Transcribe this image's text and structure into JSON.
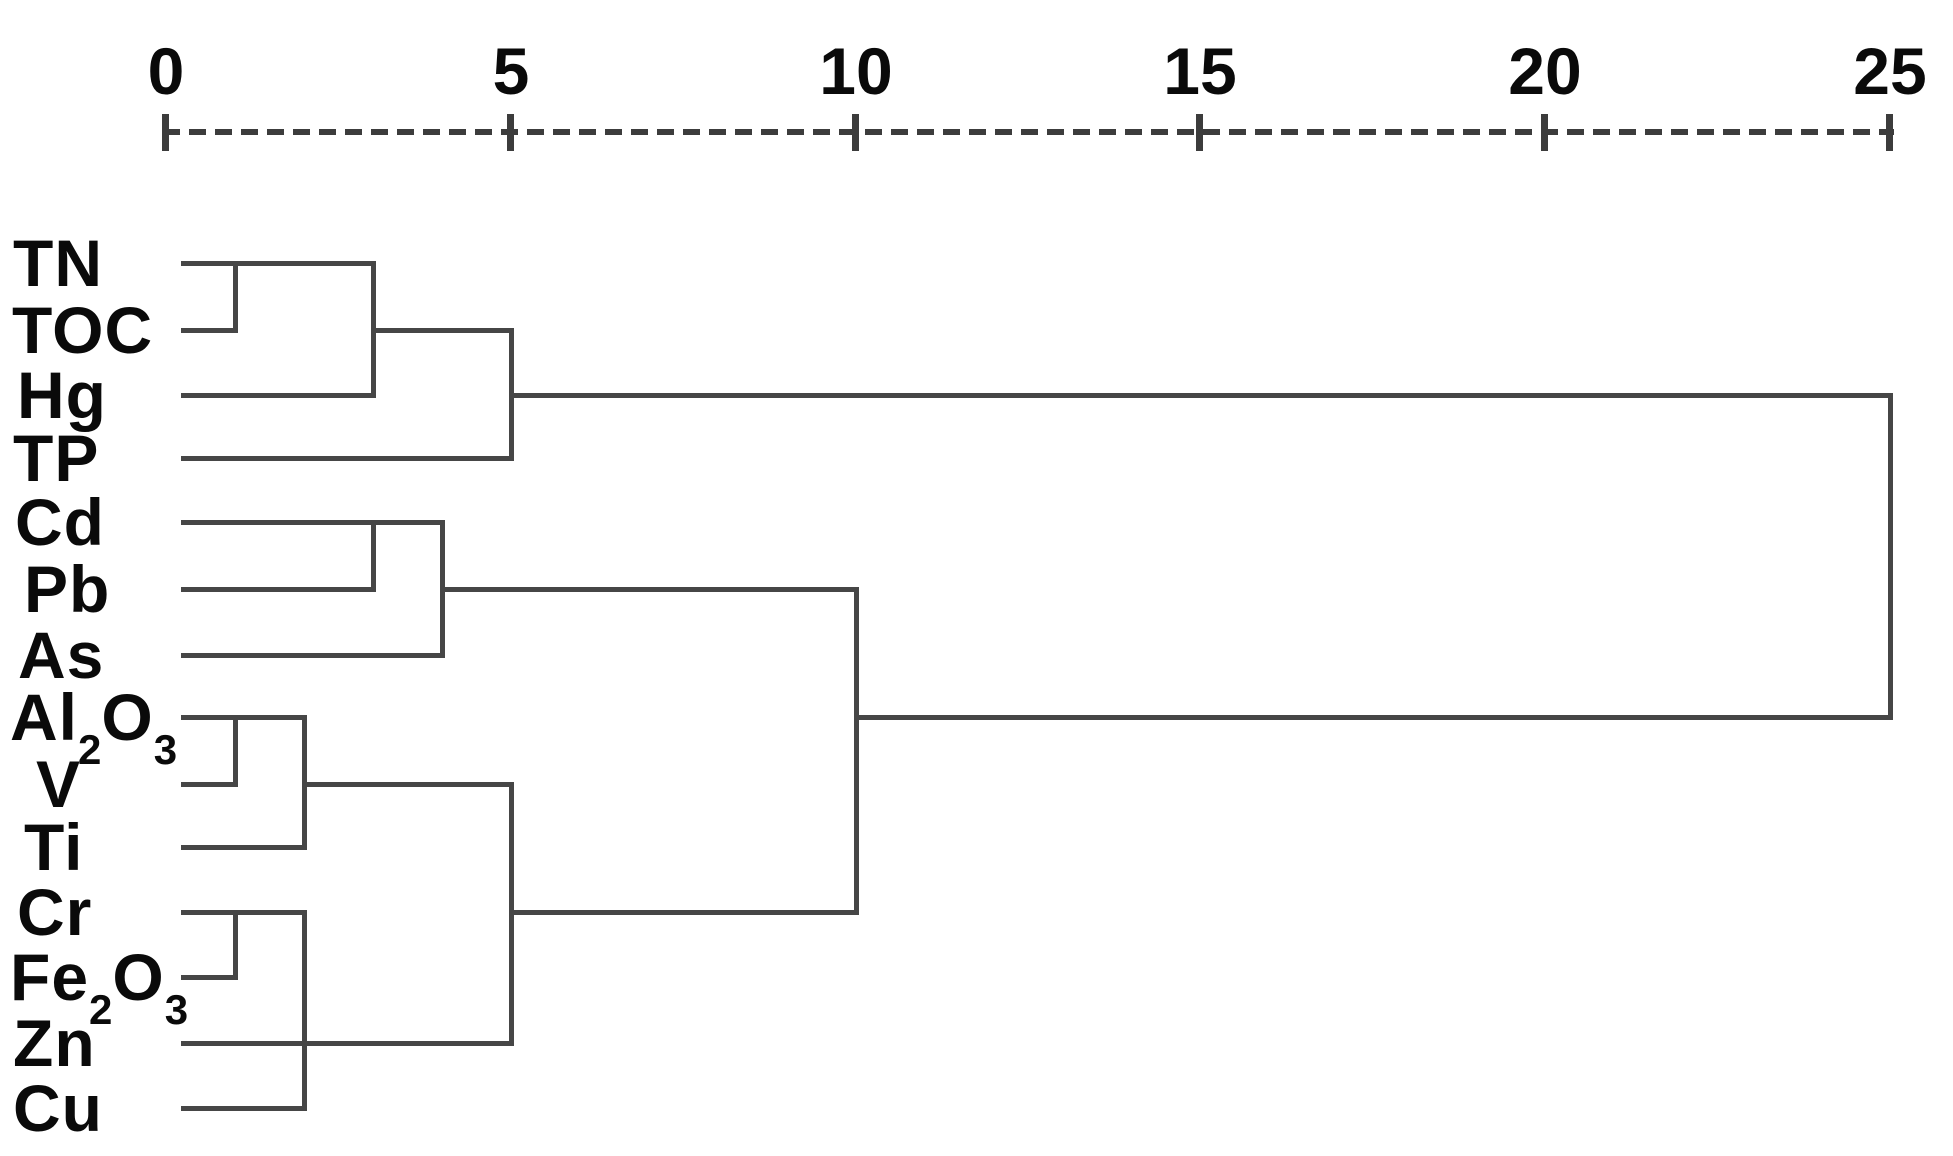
{
  "chart_data": {
    "type": "dendrogram",
    "title": "",
    "orientation": "horizontal",
    "axis": {
      "position": "top",
      "style": "dashed-line-with-plus-ticks",
      "min": 0,
      "max": 25,
      "ticks": [
        0,
        5,
        10,
        15,
        20,
        25
      ]
    },
    "leaves": [
      {
        "id": "TN",
        "label": "TN"
      },
      {
        "id": "TOC",
        "label": "TOC"
      },
      {
        "id": "Hg",
        "label": "Hg"
      },
      {
        "id": "TP",
        "label": "TP"
      },
      {
        "id": "Cd",
        "label": "Cd"
      },
      {
        "id": "Pb",
        "label": "Pb"
      },
      {
        "id": "As",
        "label": "As"
      },
      {
        "id": "Al2O3",
        "label": "Al2O3",
        "display": [
          [
            "t",
            "Al"
          ],
          [
            "s",
            "2"
          ],
          [
            "t",
            "O"
          ],
          [
            "s",
            "3"
          ]
        ]
      },
      {
        "id": "V",
        "label": "V"
      },
      {
        "id": "Ti",
        "label": "Ti"
      },
      {
        "id": "Cr",
        "label": "Cr"
      },
      {
        "id": "Fe2O3",
        "label": "Fe2O3",
        "display": [
          [
            "t",
            "Fe"
          ],
          [
            "s",
            "2"
          ],
          [
            "t",
            "O"
          ],
          [
            "s",
            "3"
          ]
        ]
      },
      {
        "id": "Zn",
        "label": "Zn"
      },
      {
        "id": "Cu",
        "label": "Cu"
      }
    ],
    "merges": [
      {
        "join": [
          "TN",
          "TOC"
        ],
        "distance": 1
      },
      {
        "join": [
          "TN+TOC",
          "Hg"
        ],
        "distance": 3
      },
      {
        "join": [
          "TN+TOC+Hg",
          "TP"
        ],
        "distance": 5
      },
      {
        "join": [
          "Cd",
          "Pb"
        ],
        "distance": 3
      },
      {
        "join": [
          "Cd+Pb",
          "As"
        ],
        "distance": 4
      },
      {
        "join": [
          "Al2O3",
          "V"
        ],
        "distance": 1
      },
      {
        "join": [
          "Al2O3+V",
          "Ti"
        ],
        "distance": 2
      },
      {
        "join": [
          "Cr",
          "Fe2O3"
        ],
        "distance": 1
      },
      {
        "join": [
          "Cr+Fe2O3",
          "Zn",
          "Cu"
        ],
        "distance": 2
      },
      {
        "join": [
          "Al2O3+V+Ti",
          "Cr+Fe2O3+Zn+Cu"
        ],
        "distance": 5
      },
      {
        "join": [
          "Cd+Pb+As",
          "Al2O3+V+Ti+Cr+Fe2O3+Zn+Cu"
        ],
        "distance": 10
      },
      {
        "join": [
          "TN+TOC+Hg+TP",
          "Cd+Pb+As+Al2O3+V+Ti+Cr+Fe2O3+Zn+Cu"
        ],
        "distance": 25
      }
    ],
    "geometry": {
      "note": "units are rescaled cluster distances; rows are leaf indices top-to-bottom",
      "leaf_line_start": 0.25,
      "h_segments": [
        [
          0,
          0.25,
          3
        ],
        [
          1,
          0.25,
          1
        ],
        [
          2,
          0.25,
          3
        ],
        [
          3,
          0.25,
          5
        ],
        [
          4,
          0.25,
          4
        ],
        [
          5,
          0.25,
          3
        ],
        [
          6,
          0.25,
          4
        ],
        [
          7,
          0.25,
          2
        ],
        [
          8,
          0.25,
          1
        ],
        [
          9,
          0.25,
          2
        ],
        [
          10,
          0.25,
          2
        ],
        [
          11,
          0.25,
          1
        ],
        [
          12,
          0.25,
          5
        ],
        [
          13,
          0.25,
          2
        ],
        [
          1,
          3,
          5
        ],
        [
          2,
          5,
          25
        ],
        [
          5,
          4,
          10
        ],
        [
          8,
          2,
          5
        ],
        [
          10,
          5,
          10
        ],
        [
          7,
          10,
          25
        ]
      ],
      "v_segments": [
        [
          1,
          0,
          1
        ],
        [
          3,
          0,
          2
        ],
        [
          5,
          1,
          3
        ],
        [
          3,
          4,
          5
        ],
        [
          4,
          4,
          6
        ],
        [
          1,
          7,
          8
        ],
        [
          2,
          7,
          9
        ],
        [
          1,
          10,
          11
        ],
        [
          2,
          10,
          13
        ],
        [
          5,
          8,
          12
        ],
        [
          10,
          5,
          10
        ],
        [
          25,
          2,
          7
        ]
      ]
    },
    "colors": {
      "line": "#464646",
      "axis": "#3c3c3c",
      "text": "#0a0a0a",
      "background": "#ffffff"
    }
  }
}
